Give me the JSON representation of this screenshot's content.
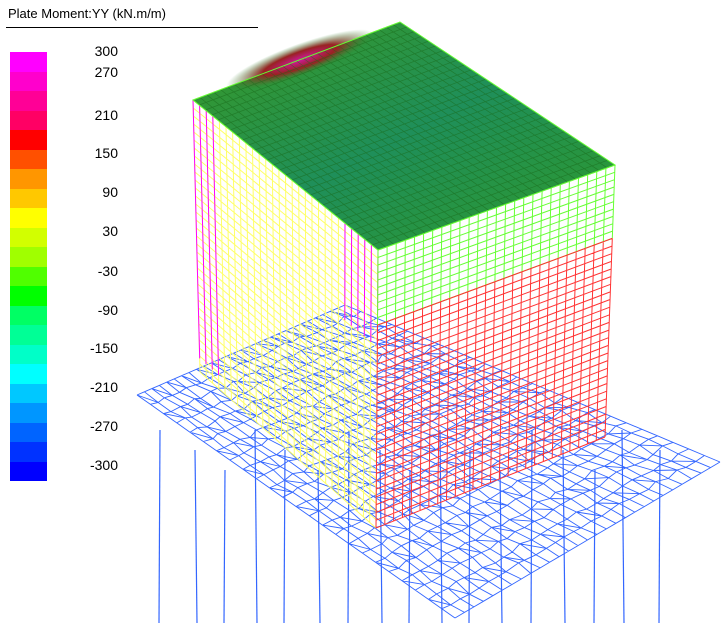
{
  "legend": {
    "title": "Plate Moment:YY (kN.m/m)",
    "labels": [
      "300",
      "270",
      "210",
      "150",
      "90",
      "30",
      "-30",
      "-90",
      "-150",
      "-210",
      "-270",
      "-300"
    ],
    "colors": [
      "#ff00ff",
      "#ff00cc",
      "#ff0096",
      "#ff0064",
      "#ff0000",
      "#ff5000",
      "#ff9600",
      "#ffc800",
      "#ffff00",
      "#d2ff00",
      "#a0ff00",
      "#50ff00",
      "#00ff00",
      "#00ff64",
      "#00ff96",
      "#00ffc8",
      "#00ffff",
      "#00c8ff",
      "#0096ff",
      "#0064ff",
      "#0032ff",
      "#0000ff"
    ]
  },
  "model": {
    "top_face_color": "#2e8b2e",
    "left_face_line_color": "#ffff66",
    "right_face_line_color": "#ff3333",
    "slab_line_color": "#3366ff",
    "pile_line_color": "#3366ff",
    "left_edge_line_color": "#ff00ff",
    "right_upper_line_color": "#66ff33"
  }
}
